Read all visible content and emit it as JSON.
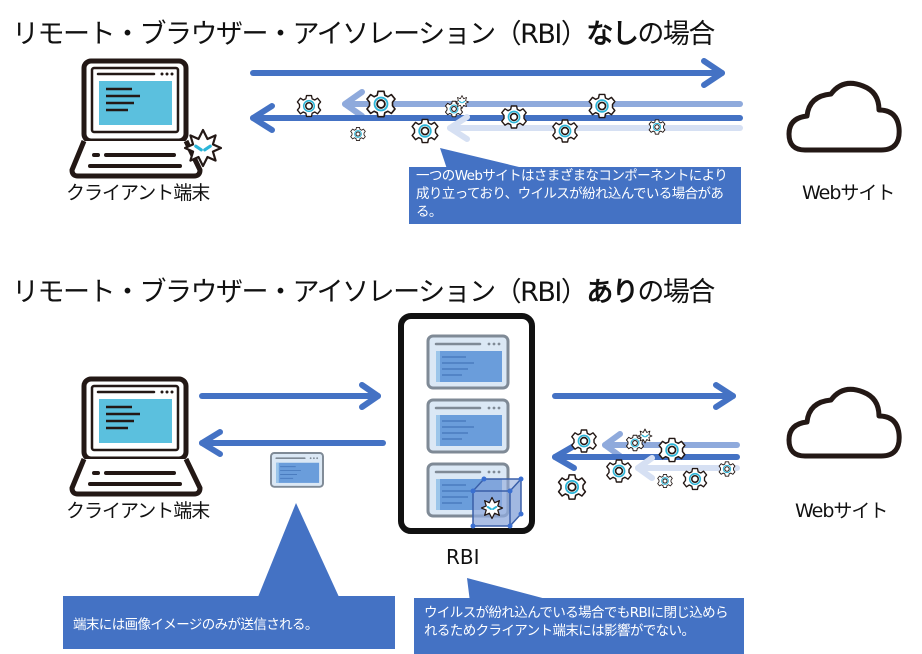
{
  "section_without": {
    "title_prefix": "リモート・ブラウザー・アイソレーション（RBI）",
    "title_bold": "なし",
    "title_suffix": "の場合",
    "client_label": "クライアント端末",
    "website_label": "Webサイト",
    "callout_text": "一つのWebサイトはさまざまなコンポーネントにより成り立っており、ウイルスが紛れ込んでいる場合がある。"
  },
  "section_with": {
    "title_prefix": "リモート・ブラウザー・アイソレーション（RBI）",
    "title_bold": "あり",
    "title_suffix": "の場合",
    "client_label": "クライアント端末",
    "rbi_label": "RBI",
    "website_label": "Webサイト",
    "callout_left_text": "端末には画像イメージのみが送信される。",
    "callout_right_text": "ウイルスが紛れ込んでいる場合でもRBIに閉じ込められるためクライアント端末には影響がでない。"
  },
  "colors": {
    "arrow_primary": "#4472c4",
    "arrow_mid": "#8faadc",
    "arrow_light": "#d6e0f3",
    "callout_bg": "#4472c4",
    "screen_cyan": "#5bc0de",
    "gear_ring": "#2bb5d8",
    "outline": "#231815"
  }
}
